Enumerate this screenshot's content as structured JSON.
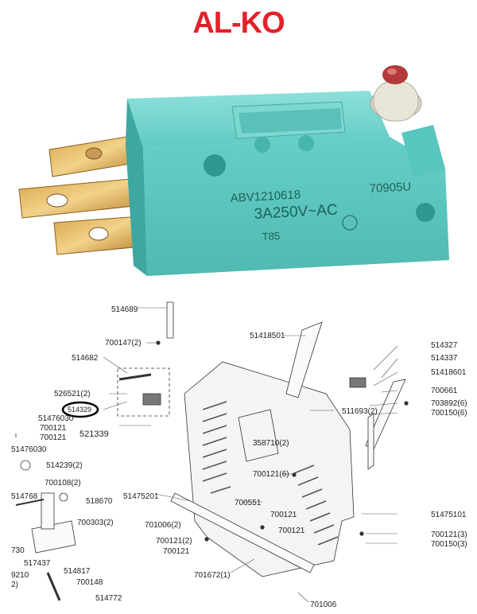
{
  "brand": {
    "logo_text": "AL-KO",
    "color": "#e3212b"
  },
  "switch_body": {
    "model_code": "ABV1210618",
    "rating": "3A250V~AC",
    "lot_code": "70905U",
    "temp_mark": "T85",
    "body_color": "#5cc9c4"
  },
  "parts": {
    "p514689": "514689",
    "p700147": "700147(2)",
    "p514682": "514682",
    "p526521": "526521(2)",
    "p514329": "514329",
    "p521339": "521339",
    "p51476030": "51476030",
    "p700121a": "700121",
    "p700121b": "700121",
    "p51476030b": "51476030",
    "p514239": "514239(2)",
    "p700108": "700108(2)",
    "p514768": "514768",
    "p518670": "518670",
    "p700303": "700303(2)",
    "p730": "730",
    "p9210": "9210",
    "p2": "2)",
    "p517437": "517437",
    "p514817": "514817",
    "p700148": "700148",
    "p514772": "514772",
    "p51418501": "51418501",
    "p514327": "514327",
    "p514337": "514337",
    "p51418601": "51418601",
    "p700661": "700661",
    "p703892": "703892(6)",
    "p700150_6": "700150(6)",
    "p511693": "511693(2)",
    "p358710": "358710(2)",
    "p700121_6": "700121(6)",
    "p51475201": "51475201",
    "p700551": "700551",
    "p701006_2": "701006(2)",
    "p700121c": "700121",
    "p700121d": "700121",
    "p700121_2": "700121(2)",
    "p700121e": "700121",
    "p701672": "701672(1)",
    "p701006": "701006",
    "p51475101": "51475101",
    "p700121_3": "700121(3)",
    "p700150_3": "700150(3)"
  }
}
